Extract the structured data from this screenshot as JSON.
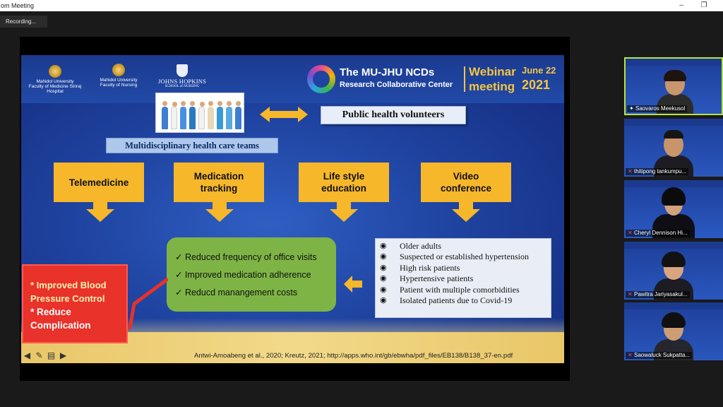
{
  "app": {
    "title": "om Meeting",
    "recording_label": "Recording..."
  },
  "window_controls": {
    "minimize": "–",
    "restore": "❐"
  },
  "slide": {
    "logos": {
      "mahidol_1": {
        "name": "Mahidol University",
        "sub": "Faculty of Medicine Siriraj Hospital"
      },
      "mahidol_2": {
        "name": "Mahidol University",
        "sub": "Faculty of Nursing"
      },
      "johns_hopkins": {
        "name": "JOHNS HOPKINS",
        "sub": "SCHOOL of NURSING"
      }
    },
    "webinar": {
      "line1": "The MU-JHU NCDs",
      "line2": "Research Collaborative Center",
      "word1": "Webinar",
      "word2": "meeting",
      "date": "June 22",
      "year": "2021"
    },
    "public_health": "Public health volunteers",
    "multidisciplinary": "Multidisciplinary health care teams",
    "yellow_boxes": [
      "Telemedicine",
      "Medication\ntracking",
      "Life style\neducation",
      "Video\nconference"
    ],
    "outcomes": [
      "✓ Reduced frequency of office visits",
      "✓ Improved medication adherence",
      "✓ Reducd  manangement costs"
    ],
    "criteria": [
      "Older adults",
      "Suspected or established hypertension",
      "High risk patients",
      "Hypertensive patients",
      "Patient with multiple comorbidities",
      "Isolated patients due to Covid-19"
    ],
    "criteria_bullet": "◉",
    "results": {
      "line1": "* Improved  Blood",
      "line2": "Pressure Control",
      "line3": "* Reduce",
      "line4": "Complication"
    },
    "citation": "Antwi-Amoabeng et al., 2020; Kreutz, 2021; http://apps.who.int/gb/ebwha/pdf_files/EB138/B138_37-en.pdf"
  },
  "participants": [
    {
      "name": "Saovaros Meekusol",
      "active": true
    },
    {
      "name": "thitipong tankumpu...",
      "active": false
    },
    {
      "name": "Cheryl Dennison Hi...",
      "active": false
    },
    {
      "name": "Pawitra Jariyasakul...",
      "active": false
    },
    {
      "name": "Saowaluck Sukpatta...",
      "active": false
    }
  ],
  "colors": {
    "slide_blue": "#1f43a0",
    "yellow": "#f6b72b",
    "green": "#7eb445",
    "red": "#e8322a",
    "active_border": "#b6e53a"
  }
}
